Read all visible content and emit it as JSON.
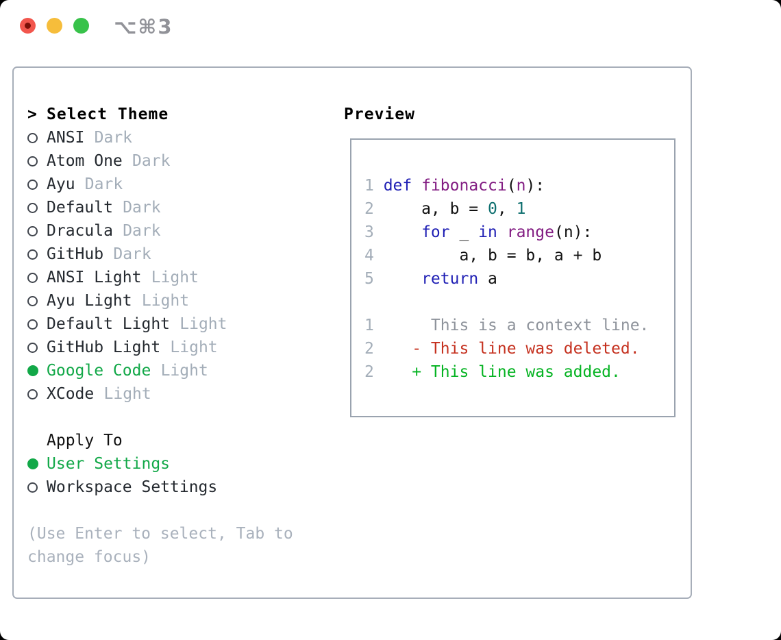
{
  "window": {
    "title": "⌥⌘3",
    "controls": [
      "close",
      "minimize",
      "zoom"
    ]
  },
  "picker": {
    "header_marker": ">",
    "header": "Select Theme",
    "themes": [
      {
        "name": "ANSI",
        "variant": "Dark",
        "selected": false
      },
      {
        "name": "Atom One",
        "variant": "Dark",
        "selected": false
      },
      {
        "name": "Ayu",
        "variant": "Dark",
        "selected": false
      },
      {
        "name": "Default",
        "variant": "Dark",
        "selected": false
      },
      {
        "name": "Dracula",
        "variant": "Dark",
        "selected": false
      },
      {
        "name": "GitHub",
        "variant": "Dark",
        "selected": false
      },
      {
        "name": "ANSI Light",
        "variant": "Light",
        "selected": false
      },
      {
        "name": "Ayu Light",
        "variant": "Light",
        "selected": false
      },
      {
        "name": "Default Light",
        "variant": "Light",
        "selected": false
      },
      {
        "name": "GitHub Light",
        "variant": "Light",
        "selected": false
      },
      {
        "name": "Google Code",
        "variant": "Light",
        "selected": true
      },
      {
        "name": "XCode",
        "variant": "Light",
        "selected": false
      }
    ],
    "apply_to_label": "Apply To",
    "apply_options": [
      {
        "name": "User Settings",
        "selected": true
      },
      {
        "name": "Workspace Settings",
        "selected": false
      }
    ],
    "hint_lines": [
      "(Use Enter to select, Tab to",
      "change focus)"
    ]
  },
  "preview": {
    "label": "Preview",
    "lines": [
      {
        "num": "1",
        "tokens": [
          {
            "t": "def",
            "c": "kwd"
          },
          {
            "t": " ",
            "c": "pln"
          },
          {
            "t": "fibonacci",
            "c": "typ"
          },
          {
            "t": "(",
            "c": "pln"
          },
          {
            "t": "n",
            "c": "typ"
          },
          {
            "t": "):",
            "c": "pln"
          }
        ]
      },
      {
        "num": "2",
        "tokens": [
          {
            "t": "    a, b = ",
            "c": "pln"
          },
          {
            "t": "0",
            "c": "lit"
          },
          {
            "t": ", ",
            "c": "pln"
          },
          {
            "t": "1",
            "c": "lit"
          }
        ]
      },
      {
        "num": "3",
        "tokens": [
          {
            "t": "    ",
            "c": "pln"
          },
          {
            "t": "for",
            "c": "kwd"
          },
          {
            "t": " _ ",
            "c": "pln"
          },
          {
            "t": "in",
            "c": "kwd"
          },
          {
            "t": " ",
            "c": "pln"
          },
          {
            "t": "range",
            "c": "typ"
          },
          {
            "t": "(n):",
            "c": "pln"
          }
        ]
      },
      {
        "num": "4",
        "tokens": [
          {
            "t": "        a, b = b, a + b",
            "c": "pln"
          }
        ]
      },
      {
        "num": "5",
        "tokens": [
          {
            "t": "    ",
            "c": "pln"
          },
          {
            "t": "return",
            "c": "kwd"
          },
          {
            "t": " a",
            "c": "pln"
          }
        ]
      },
      {
        "num": "",
        "tokens": []
      },
      {
        "num": "1",
        "tokens": [
          {
            "t": "     This is a context line.",
            "c": "ctx"
          }
        ]
      },
      {
        "num": "2",
        "tokens": [
          {
            "t": "   - This line was deleted.",
            "c": "del"
          }
        ]
      },
      {
        "num": "2",
        "tokens": [
          {
            "t": "   + This line was added.",
            "c": "add"
          }
        ]
      }
    ]
  },
  "colors": {
    "accent": "#12a848",
    "text": "#24292f",
    "muted": "#a3adb8",
    "hint": "#a9b1bc",
    "border": "#a7aeb9",
    "pborder": "#9aa3af",
    "title_gray": "#919298",
    "light_red": "#f2564d",
    "red_dot": "#7c1008",
    "light_yellow": "#f6bd3b",
    "light_green": "#38c24a",
    "kwd": "#1f1fb4",
    "typ": "#821c82",
    "lit": "#0d6f6f",
    "pln": "#111111",
    "ctx": "#8e939b",
    "del": "#c5311f",
    "add": "#05b322"
  }
}
